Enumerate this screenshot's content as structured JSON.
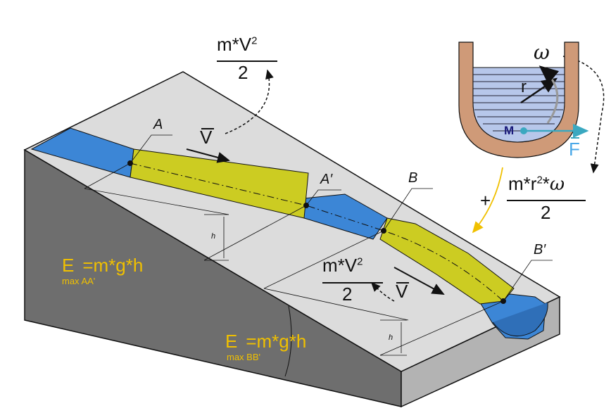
{
  "points": {
    "a": "A",
    "a_prime": "A′",
    "b": "B",
    "b_prime": "B′"
  },
  "kinetic_top": {
    "numerator": "m*V",
    "exponent": "2",
    "denominator": "2"
  },
  "kinetic_mid": {
    "numerator": "m*V",
    "exponent": "2",
    "denominator": "2"
  },
  "velocity": {
    "top": "V",
    "mid": "V"
  },
  "rotational": {
    "plus": "+",
    "numerator_a": "m*r",
    "exponent": "2",
    "numerator_b": "*",
    "omega": "ω",
    "denominator": "2"
  },
  "vessel": {
    "omega": "ω",
    "radius": "r",
    "mass": "M",
    "force": "F"
  },
  "energy_aa": {
    "symbol": "E",
    "formula": "=m*g*h",
    "subscript": "max AA'"
  },
  "energy_bb": {
    "symbol": "E",
    "formula": "=m*g*h",
    "subscript": "max BB'"
  },
  "heights": {
    "h1": "h",
    "h2": "h"
  },
  "colors": {
    "water": "#3c86d6",
    "segment": "#cccc22",
    "slope_top": "#dcdcdc",
    "side_dark": "#6e6e6e",
    "front": "#b3b3b3",
    "energy": "#f0c000",
    "wood": "#cf9a78",
    "force": "#3aa8c0"
  }
}
